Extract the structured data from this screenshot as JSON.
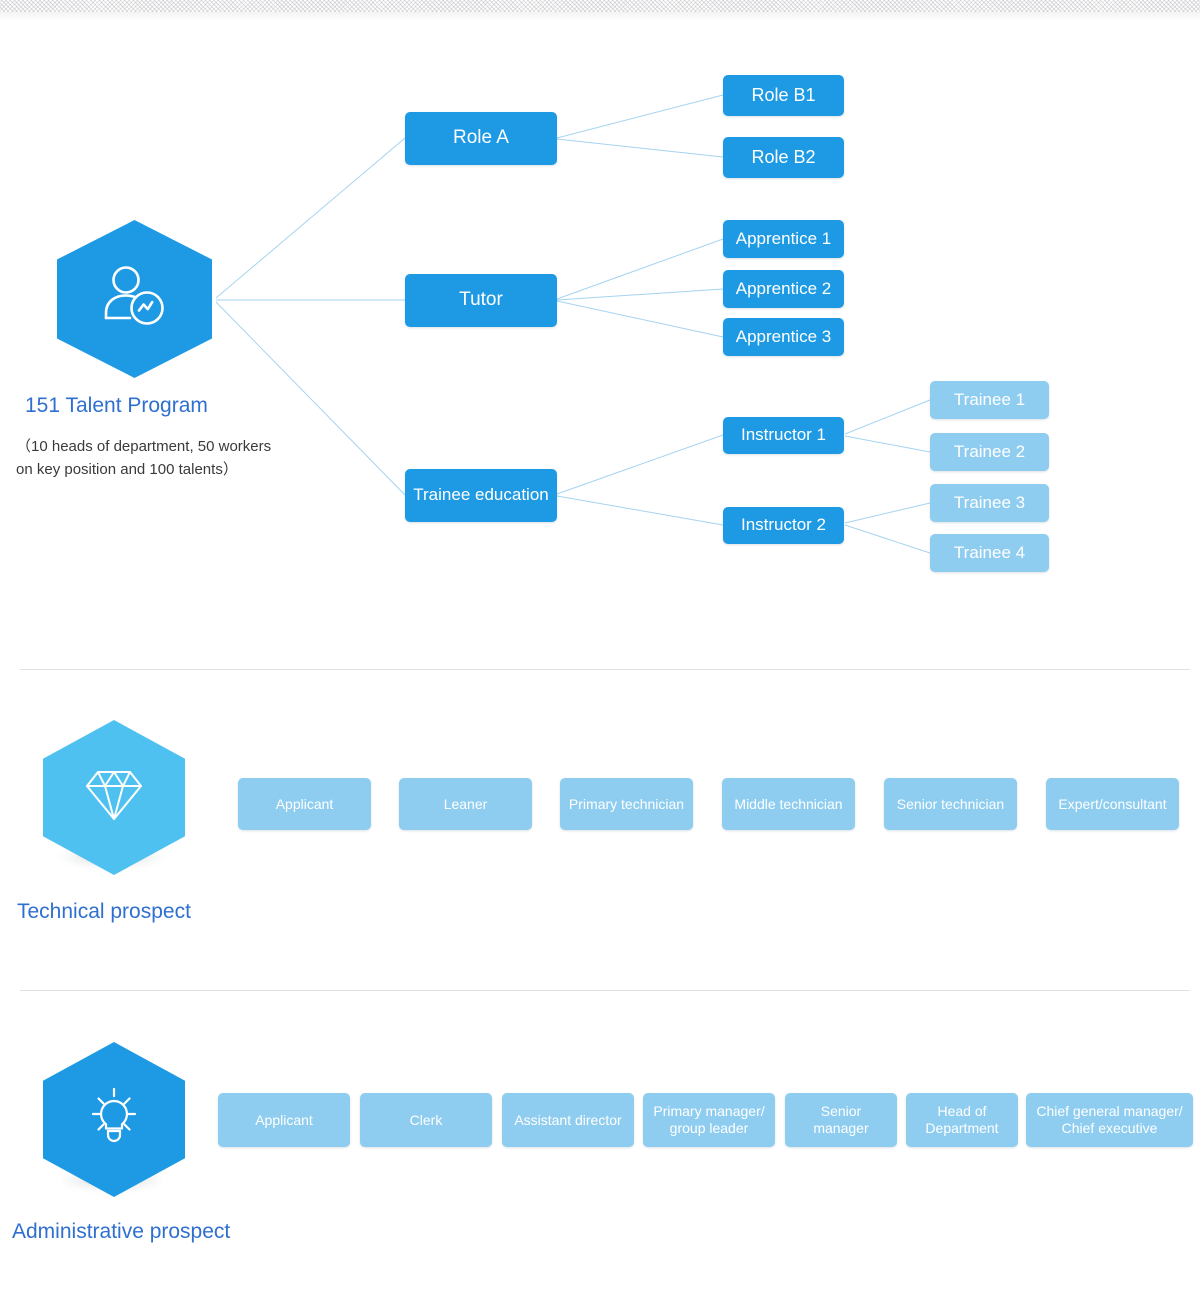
{
  "sections": [
    {
      "id": "talent-program",
      "title": "151 Talent Program",
      "subtitle": "（10 heads of department, 50 workers\n  on key position and 100 talents）",
      "icon": "person-analytics-icon",
      "icon_color": "#1e9ae5",
      "level1": [
        {
          "label": "Role A"
        },
        {
          "label": "Tutor"
        },
        {
          "label": "Trainee education"
        }
      ],
      "level2": [
        {
          "label": "Role B1"
        },
        {
          "label": "Role B2"
        },
        {
          "label": "Apprentice 1"
        },
        {
          "label": "Apprentice 2"
        },
        {
          "label": "Apprentice 3"
        },
        {
          "label": "Instructor 1"
        },
        {
          "label": "Instructor 2"
        }
      ],
      "level3": [
        {
          "label": "Trainee 1"
        },
        {
          "label": "Trainee 2"
        },
        {
          "label": "Trainee 3"
        },
        {
          "label": "Trainee 4"
        }
      ]
    },
    {
      "id": "technical-prospect",
      "title": "Technical prospect",
      "icon": "diamond-icon",
      "icon_color": "#4ec1f0",
      "steps": [
        {
          "label": "Applicant"
        },
        {
          "label": "Leaner"
        },
        {
          "label": "Primary technician"
        },
        {
          "label": "Middle technician"
        },
        {
          "label": "Senior technician"
        },
        {
          "label": "Expert/consultant"
        }
      ]
    },
    {
      "id": "administrative-prospect",
      "title": "Administrative prospect",
      "icon": "lightbulb-icon",
      "icon_color": "#1e9ae5",
      "steps": [
        {
          "label": "Applicant"
        },
        {
          "label": "Clerk"
        },
        {
          "label": "Assistant director"
        },
        {
          "label": "Primary manager/\ngroup leader"
        },
        {
          "label": "Senior\nmanager"
        },
        {
          "label": "Head of\nDepartment"
        },
        {
          "label": "Chief general manager/\nChief executive"
        }
      ]
    }
  ],
  "colors": {
    "node_dark": "#1e9ae5",
    "node_light": "#8ecdf0",
    "title_blue": "#2f6fd0",
    "wire": "#a5d4f0",
    "divider": "#e2e2e4",
    "subtitle_text": "#3a3a3a"
  }
}
